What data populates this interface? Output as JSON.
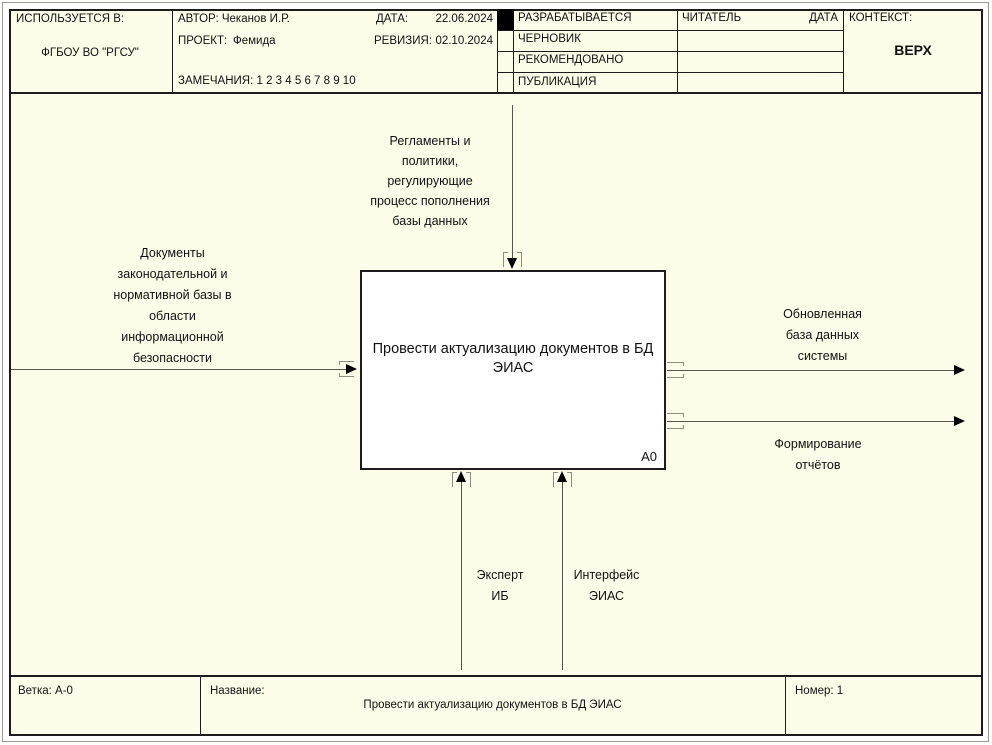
{
  "colors": {
    "sheet_bg": "#FDFDE9",
    "activity_box_bg": "#FFFFFF",
    "border": "#1C1C1C",
    "arrow_line": "#55554B"
  },
  "header": {
    "used_in_label": "ИСПОЛЬЗУЕТСЯ В:",
    "used_in_value": "ФГБОУ ВО \"РГСУ\"",
    "author_label": "АВТОР:",
    "author_value": "Чеканов И.Р.",
    "date_label": "ДАТА:",
    "date_value": "22.06.2024",
    "project_label": "ПРОЕКТ:",
    "project_value": "Фемида",
    "revision_label": "РЕВИЗИЯ:",
    "revision_value": "02.10.2024",
    "notes_label": "ЗАМЕЧАНИЯ:",
    "notes_numbers": "1 2 3 4 5 6 7 8 9 10",
    "status_rows": [
      "РАЗРАБАТЫВАЕТСЯ",
      "ЧЕРНОВИК",
      "РЕКОМЕНДОВАНО",
      "ПУБЛИКАЦИЯ"
    ],
    "reader_label": "ЧИТАТЕЛЬ",
    "reader_date_label": "ДАТА",
    "context_label": "КОНТЕКСТ:",
    "context_value": "ВЕРХ"
  },
  "diagram": {
    "activity_box": {
      "title": "Провести актуализацию документов в БД\nЭИАС",
      "code": "A0"
    },
    "input_label": "Документы\nзаконодательной и\nнормативной базы в\nобласти\nинформационной\nбезопасности",
    "control_label": "Регламенты и\nполитики,\nрегулирующие\nпроцесс пополнения\nбазы данных",
    "output1_label": "Обновленная\nбаза данных\nсистемы",
    "output2_label": "Формирование\nотчётов",
    "mechanism1_label": "Эксперт\nИБ",
    "mechanism2_label": "Интерфейс\nЭИАС"
  },
  "footer": {
    "branch_label": "Ветка:",
    "branch_value": "A-0",
    "name_label": "Название:",
    "name_value": "Провести актуализацию документов в БД ЭИАС",
    "number_label": "Номер:",
    "number_value": "1"
  }
}
